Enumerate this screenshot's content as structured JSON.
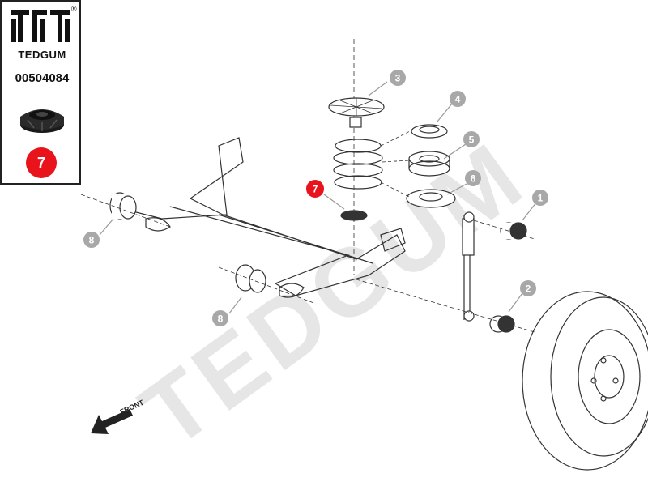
{
  "brand": {
    "name": "TEDGUM",
    "registered_mark": "®",
    "part_number": "00504084",
    "highlighted_callout": "7"
  },
  "watermark": "TEDGUM",
  "front_label": "FRONT",
  "callouts": [
    {
      "id": "c1",
      "label": "1",
      "highlighted": false
    },
    {
      "id": "c2",
      "label": "2",
      "highlighted": false
    },
    {
      "id": "c3",
      "label": "3",
      "highlighted": false
    },
    {
      "id": "c4",
      "label": "4",
      "highlighted": false
    },
    {
      "id": "c5",
      "label": "5",
      "highlighted": false
    },
    {
      "id": "c6",
      "label": "6",
      "highlighted": false
    },
    {
      "id": "c7",
      "label": "7",
      "highlighted": true
    },
    {
      "id": "c8a",
      "label": "8",
      "highlighted": false
    },
    {
      "id": "c8b",
      "label": "8",
      "highlighted": false
    }
  ],
  "colors": {
    "callout_grey": "#a8a8a8",
    "callout_red": "#e8131b",
    "line": "#333333",
    "watermark": "#e6e6e6"
  }
}
